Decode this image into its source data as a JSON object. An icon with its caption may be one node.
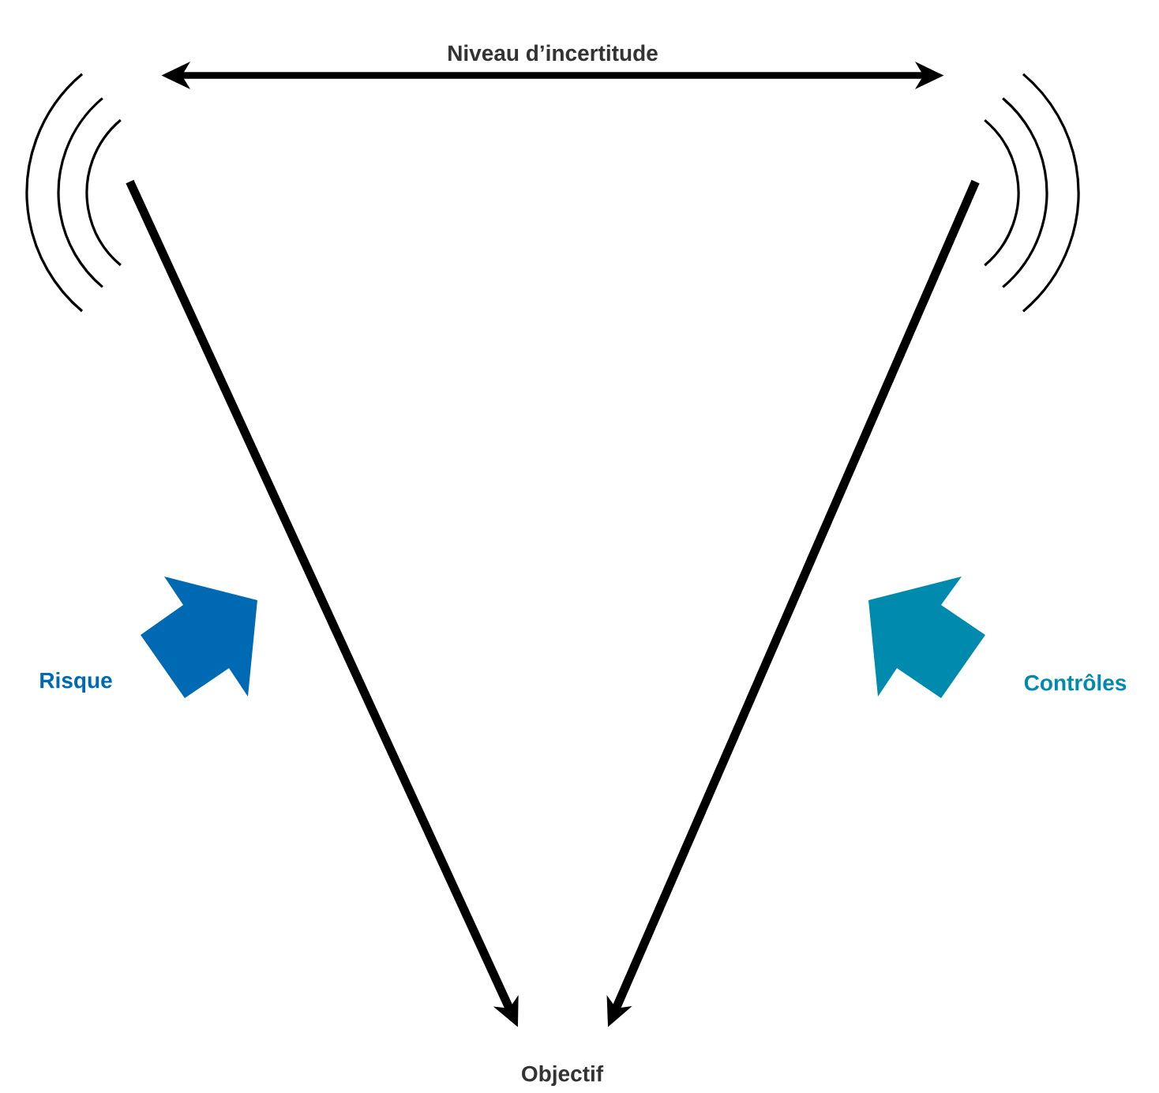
{
  "diagram": {
    "nodes": [
      {
        "text": [],
        "shape": "picture"
      },
      {
        "text": [],
        "shape": "picture"
      },
      {
        "text": [
          "Objectif"
        ]
      }
    ],
    "edges": [
      {
        "from": 0,
        "to": 1,
        "arrow": "both",
        "label": "Niveau d’incertitude"
      },
      {
        "from": 0,
        "to": 2,
        "arrow": "to"
      },
      {
        "from": 1,
        "to": 2,
        "arrow": "to"
      }
    ],
    "labels": [
      "Risque",
      "Contrôles"
    ]
  }
}
